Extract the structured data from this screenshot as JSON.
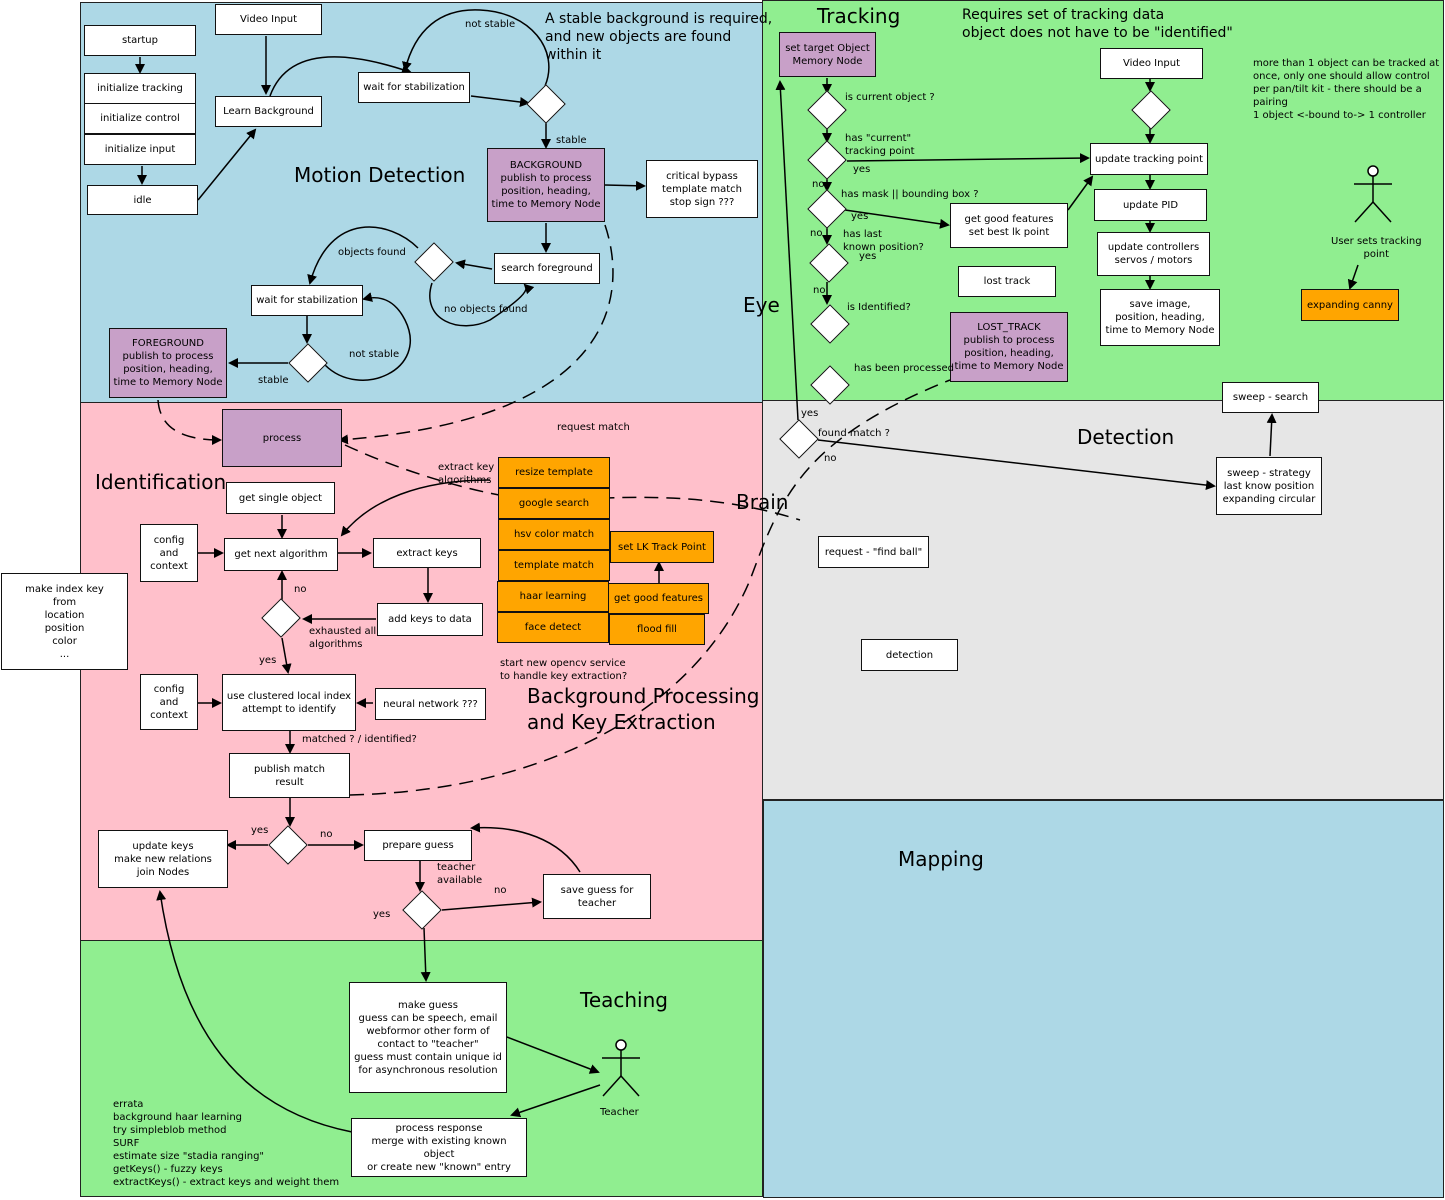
{
  "colors": {
    "motion_detection": "#add8e6",
    "identification": "#ffc0cb",
    "teaching": "#90ee90",
    "tracking": "#90ee90",
    "detection": "#e6e6e6",
    "mapping": "#add8e6",
    "memory_node": "#c8a0c8",
    "algorithm": "#ffa500"
  },
  "titles": {
    "motion_detection": "Motion Detection",
    "identification": "Identification",
    "teaching": "Teaching",
    "tracking": "Tracking",
    "detection": "Detection",
    "mapping": "Mapping",
    "eye": "Eye",
    "brain": "Brain",
    "background_processing": "Background Processing\nand Key Extraction"
  },
  "notes": {
    "stable_background": "A stable background is required,\nand new objects are found\nwithin it",
    "tracking_requirements": "Requires set of tracking data\nobject does not have to be \"identified\"",
    "multi_object": "more than 1 object can be tracked at\nonce, only one should allow control\nper pan/tilt kit - there should be a\npairing\n1 object <-bound to-> 1 controller",
    "opencv_service": "start new opencv service\nto handle key extraction?",
    "errata": "errata\nbackground haar learning\ntry simpleblob method\nSURF\nestimate size \"stadia ranging\"\ngetKeys() - fuzzy keys\nextractKeys() - extract keys and weight them"
  },
  "motion": {
    "startup": "startup",
    "init_tracking": "initialize tracking",
    "init_control": "initialize control",
    "init_input": "initialize input",
    "idle": "idle",
    "video_input": "Video Input",
    "learn_background": "Learn Background",
    "wait_stabilization": "wait for stabilization",
    "background": "BACKGROUND\npublish to process\nposition, heading,\ntime to Memory Node",
    "critical_bypass": "critical bypass\ntemplate match\nstop sign ???",
    "search_foreground": "search foreground",
    "wait_stabilization_2": "wait for stabilization",
    "foreground": "FOREGROUND\npublish to process\nposition, heading,\ntime to Memory Node",
    "lbl_not_stable": "not stable",
    "lbl_stable": "stable",
    "lbl_objects_found": "objects found",
    "lbl_no_objects_found": "no objects found",
    "lbl_not_stable_2": "not stable",
    "lbl_stable_2": "stable"
  },
  "identification": {
    "process": "process",
    "get_single_object": "get single object",
    "config_context_1": "config\nand\ncontext",
    "get_next_algorithm": "get next algorithm",
    "extract_keys": "extract keys",
    "add_keys_to_data": "add keys to data",
    "config_context_2": "config\nand\ncontext",
    "clustered_index": "use clustered local index\nattempt to identify",
    "neural_network": "neural network ???",
    "publish_match": "publish match\nresult",
    "update_keys": "update keys\nmake new relations\njoin Nodes",
    "prepare_guess": "prepare guess",
    "save_guess": "save guess for\nteacher",
    "make_index_key": "make index key\nfrom\nlocation\nposition\ncolor\n...",
    "lbl_request_match": "request match",
    "lbl_extract_key_algorithms": "extract key\nalgorithms",
    "lbl_no": "no",
    "lbl_exhausted": "exhausted all\nalgorithms",
    "lbl_yes": "yes",
    "lbl_matched": "matched ? / identified?",
    "lbl_yes_2": "yes",
    "lbl_no_2": "no",
    "lbl_teacher_available": "teacher\navailable",
    "lbl_no_3": "no",
    "lbl_yes_3": "yes"
  },
  "algorithms": {
    "resize_template": "resize template",
    "google_search": "google search",
    "hsv_color_match": "hsv color match",
    "template_match": "template match",
    "haar_learning": "haar learning",
    "face_detect": "face detect",
    "set_lk_track_point": "set LK Track Point",
    "get_good_features": "get good features",
    "flood_fill": "flood fill"
  },
  "teaching": {
    "make_guess": "make guess\nguess can be speech, email\nwebformor other form of\ncontact to \"teacher\"\nguess must contain unique id\nfor asynchronous resolution",
    "process_response": "process response\nmerge with existing known object\nor create new \"known\" entry",
    "teacher": "Teacher"
  },
  "tracking": {
    "set_target": "set target Object\nMemory Node",
    "video_input": "Video Input",
    "update_tracking_point": "update tracking point",
    "update_pid": "update PID",
    "update_controllers": "update controllers\nservos / motors",
    "save_image": "save image,\nposition, heading,\ntime to Memory Node",
    "get_good_features": "get good features\nset best lk point",
    "lost_track": "lost track",
    "lost_track_publish": "LOST_TRACK\npublish to process\nposition, heading,\ntime to Memory Node",
    "expanding_canny": "expanding canny",
    "user_sets": "User sets tracking\npoint",
    "lbl_is_current": "is current object ?",
    "lbl_has_current": "has \"current\"\ntracking point",
    "lbl_yes_1": "yes",
    "lbl_no_1": "no",
    "lbl_has_mask": "has mask || bounding box ?",
    "lbl_yes_2": "yes",
    "lbl_no_2": "no",
    "lbl_has_last": "has last\nknown position?",
    "lbl_yes_3": "yes",
    "lbl_no_3": "no",
    "lbl_is_identified": "is Identified?",
    "lbl_has_been_processed": "has been processed"
  },
  "detection": {
    "sweep_search": "sweep - search",
    "sweep_strategy": "sweep - strategy\nlast know position\nexpanding circular",
    "request_find_ball": "request - \"find ball\"",
    "detection": "detection",
    "lbl_found_match": "found match ?",
    "lbl_yes": "yes",
    "lbl_no": "no"
  }
}
